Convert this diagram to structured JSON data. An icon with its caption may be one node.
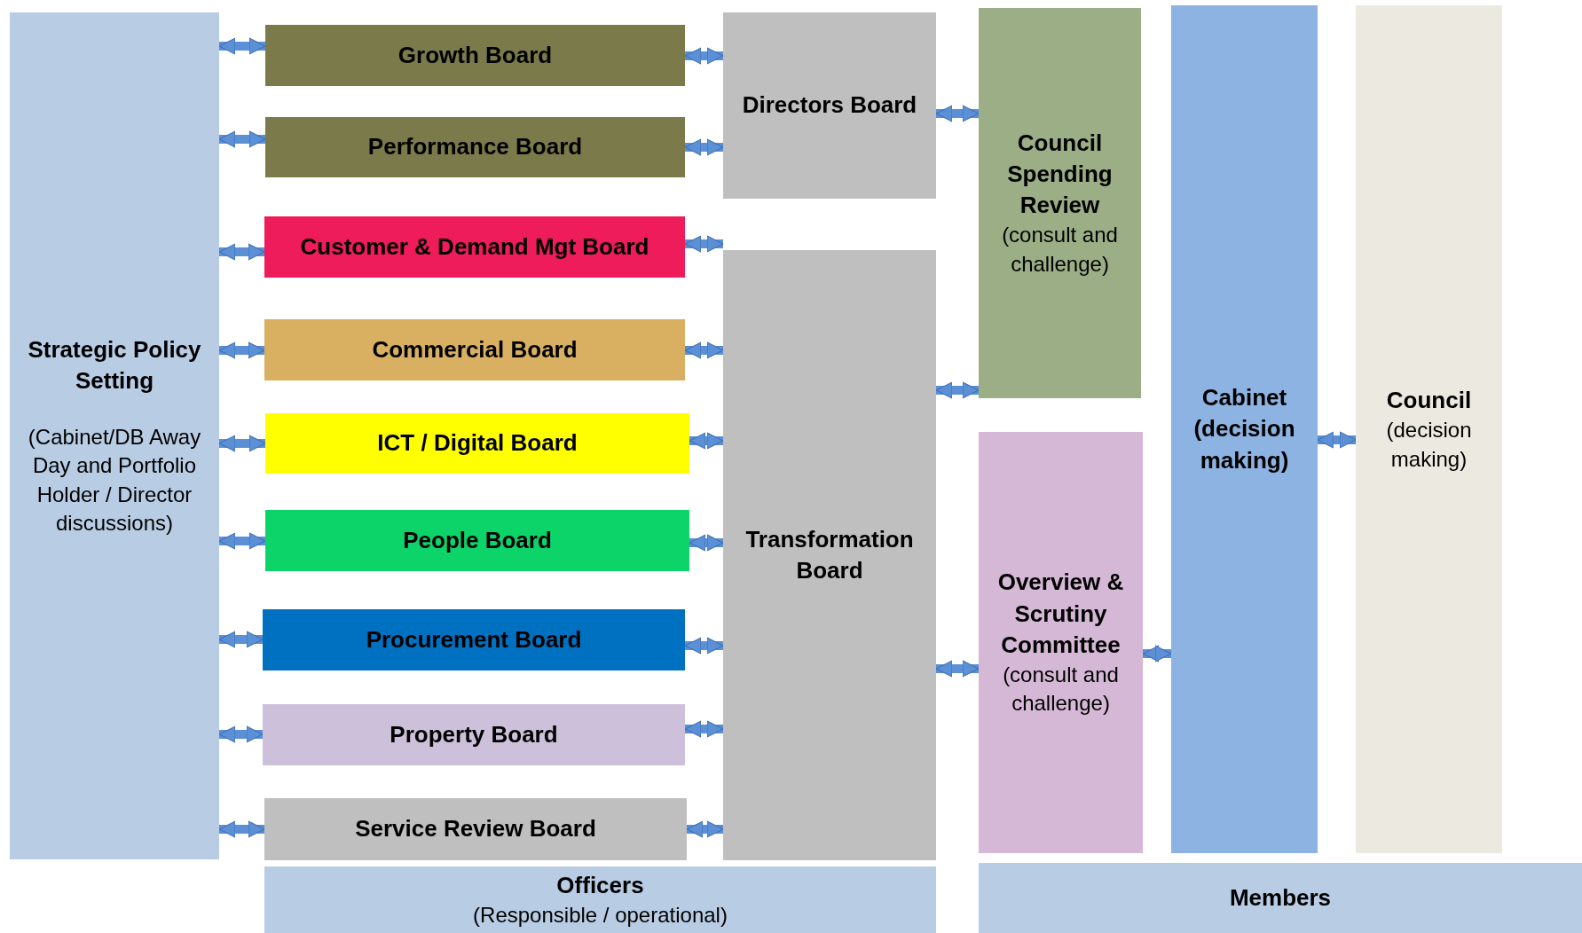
{
  "diagram": {
    "nodes": [
      {
        "text": [
          "Strategic Policy Setting",
          "(Cabinet/DB Away Day and Portfolio Holder / Director discussions)"
        ]
      },
      {
        "text": [
          "Growth Board"
        ]
      },
      {
        "text": [
          "Performance Board"
        ]
      },
      {
        "text": [
          "Customer & Demand Mgt Board"
        ]
      },
      {
        "text": [
          "Commercial Board"
        ]
      },
      {
        "text": [
          "ICT / Digital Board"
        ]
      },
      {
        "text": [
          "People Board"
        ]
      },
      {
        "text": [
          "Procurement Board"
        ]
      },
      {
        "text": [
          "Property Board"
        ]
      },
      {
        "text": [
          "Service Review Board"
        ]
      },
      {
        "text": [
          "Directors Board"
        ]
      },
      {
        "text": [
          "Transformation Board"
        ]
      },
      {
        "text": [
          "Council Spending Review",
          "(consult and challenge)"
        ]
      },
      {
        "text": [
          "Overview & Scrutiny Committee",
          "(consult and challenge)"
        ]
      },
      {
        "text": [
          "Cabinet (decision making)"
        ]
      },
      {
        "text": [
          "Council",
          "(decision making)"
        ]
      },
      {
        "text": [
          "Officers",
          "(Responsible / operational)"
        ]
      },
      {
        "text": [
          "Members"
        ]
      }
    ],
    "edges": [
      {
        "from": 0,
        "to": 1,
        "arrow": "both"
      },
      {
        "from": 0,
        "to": 2,
        "arrow": "both"
      },
      {
        "from": 0,
        "to": 3,
        "arrow": "both"
      },
      {
        "from": 0,
        "to": 4,
        "arrow": "both"
      },
      {
        "from": 0,
        "to": 5,
        "arrow": "both"
      },
      {
        "from": 0,
        "to": 6,
        "arrow": "both"
      },
      {
        "from": 0,
        "to": 7,
        "arrow": "both"
      },
      {
        "from": 0,
        "to": 8,
        "arrow": "both"
      },
      {
        "from": 0,
        "to": 9,
        "arrow": "both"
      },
      {
        "from": 1,
        "to": 10,
        "arrow": "both"
      },
      {
        "from": 2,
        "to": 10,
        "arrow": "both"
      },
      {
        "from": 3,
        "to": 11,
        "arrow": "both"
      },
      {
        "from": 4,
        "to": 11,
        "arrow": "both"
      },
      {
        "from": 5,
        "to": 11,
        "arrow": "both"
      },
      {
        "from": 6,
        "to": 11,
        "arrow": "both"
      },
      {
        "from": 7,
        "to": 11,
        "arrow": "both"
      },
      {
        "from": 8,
        "to": 11,
        "arrow": "both"
      },
      {
        "from": 9,
        "to": 11,
        "arrow": "both"
      },
      {
        "from": 10,
        "to": 12,
        "arrow": "both"
      },
      {
        "from": 11,
        "to": 12,
        "arrow": "both"
      },
      {
        "from": 11,
        "to": 13,
        "arrow": "both"
      },
      {
        "from": 13,
        "to": 14,
        "arrow": "both"
      },
      {
        "from": 14,
        "to": 15,
        "arrow": "both"
      }
    ]
  }
}
